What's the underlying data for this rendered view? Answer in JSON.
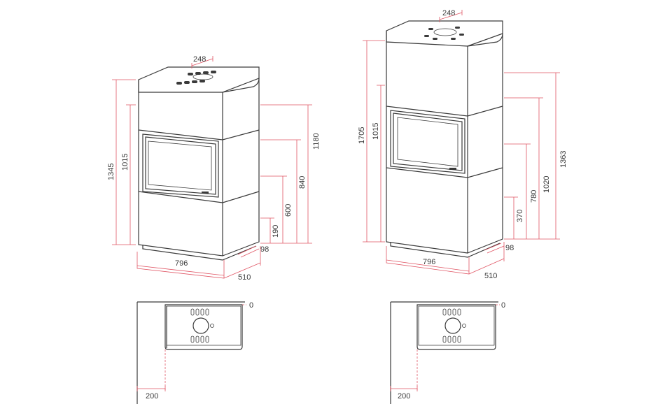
{
  "colors": {
    "dimension": "#e05564",
    "outline": "#3a3a3a",
    "background": "#ffffff"
  },
  "stove_left": {
    "d_top_248": "248",
    "d_h_1345": "1345",
    "d_h_1015": "1015",
    "d_h_1180": "1180",
    "d_h_840": "840",
    "d_h_600": "600",
    "d_h_190": "190",
    "d_98": "98",
    "d_width_796": "796",
    "d_depth_510": "510"
  },
  "stove_right": {
    "d_top_248": "248",
    "d_h_1705": "1705",
    "d_h_1015": "1015",
    "d_h_1363": "1363",
    "d_h_1020": "1020",
    "d_h_780": "780",
    "d_h_370": "370",
    "d_98": "98",
    "d_width_796": "796",
    "d_depth_510": "510"
  },
  "plan_left": {
    "d_zero": "0",
    "d_200": "200"
  },
  "plan_right": {
    "d_zero": "0",
    "d_200": "200"
  }
}
